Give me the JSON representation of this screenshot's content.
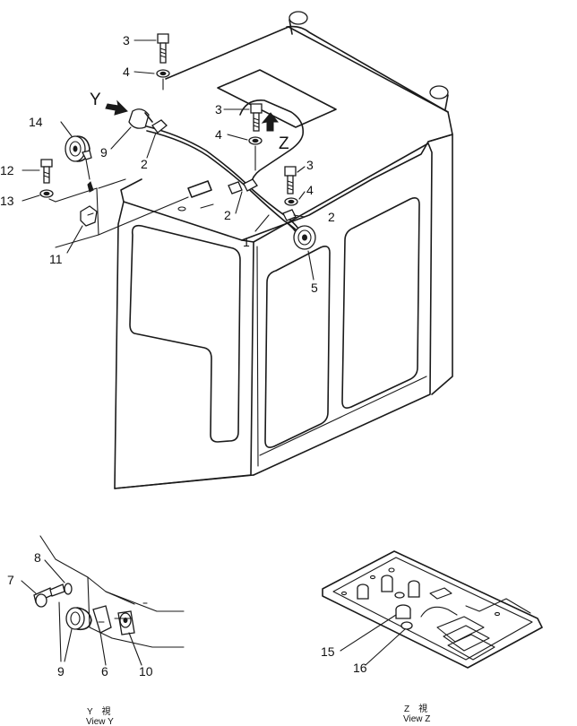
{
  "labels": {
    "p1": "1",
    "p2a": "2",
    "p2b": "2",
    "p2c": "2",
    "p3a": "3",
    "p3b": "3",
    "p3c": "3",
    "p4a": "4",
    "p4b": "4",
    "p4c": "4",
    "p5": "5",
    "p9": "9",
    "p11": "11",
    "p12": "12",
    "p13": "13",
    "p14": "14",
    "p6": "6",
    "p7": "7",
    "p8": "8",
    "p9v": "9",
    "p10": "10",
    "p15": "15",
    "p16": "16"
  },
  "view_markers": {
    "y": "Y",
    "z": "Z"
  },
  "captions": {
    "view_y_kanji": "Y　視",
    "view_y": "View  Y",
    "view_z_kanji": "Z　視",
    "view_z": "View  Z"
  }
}
